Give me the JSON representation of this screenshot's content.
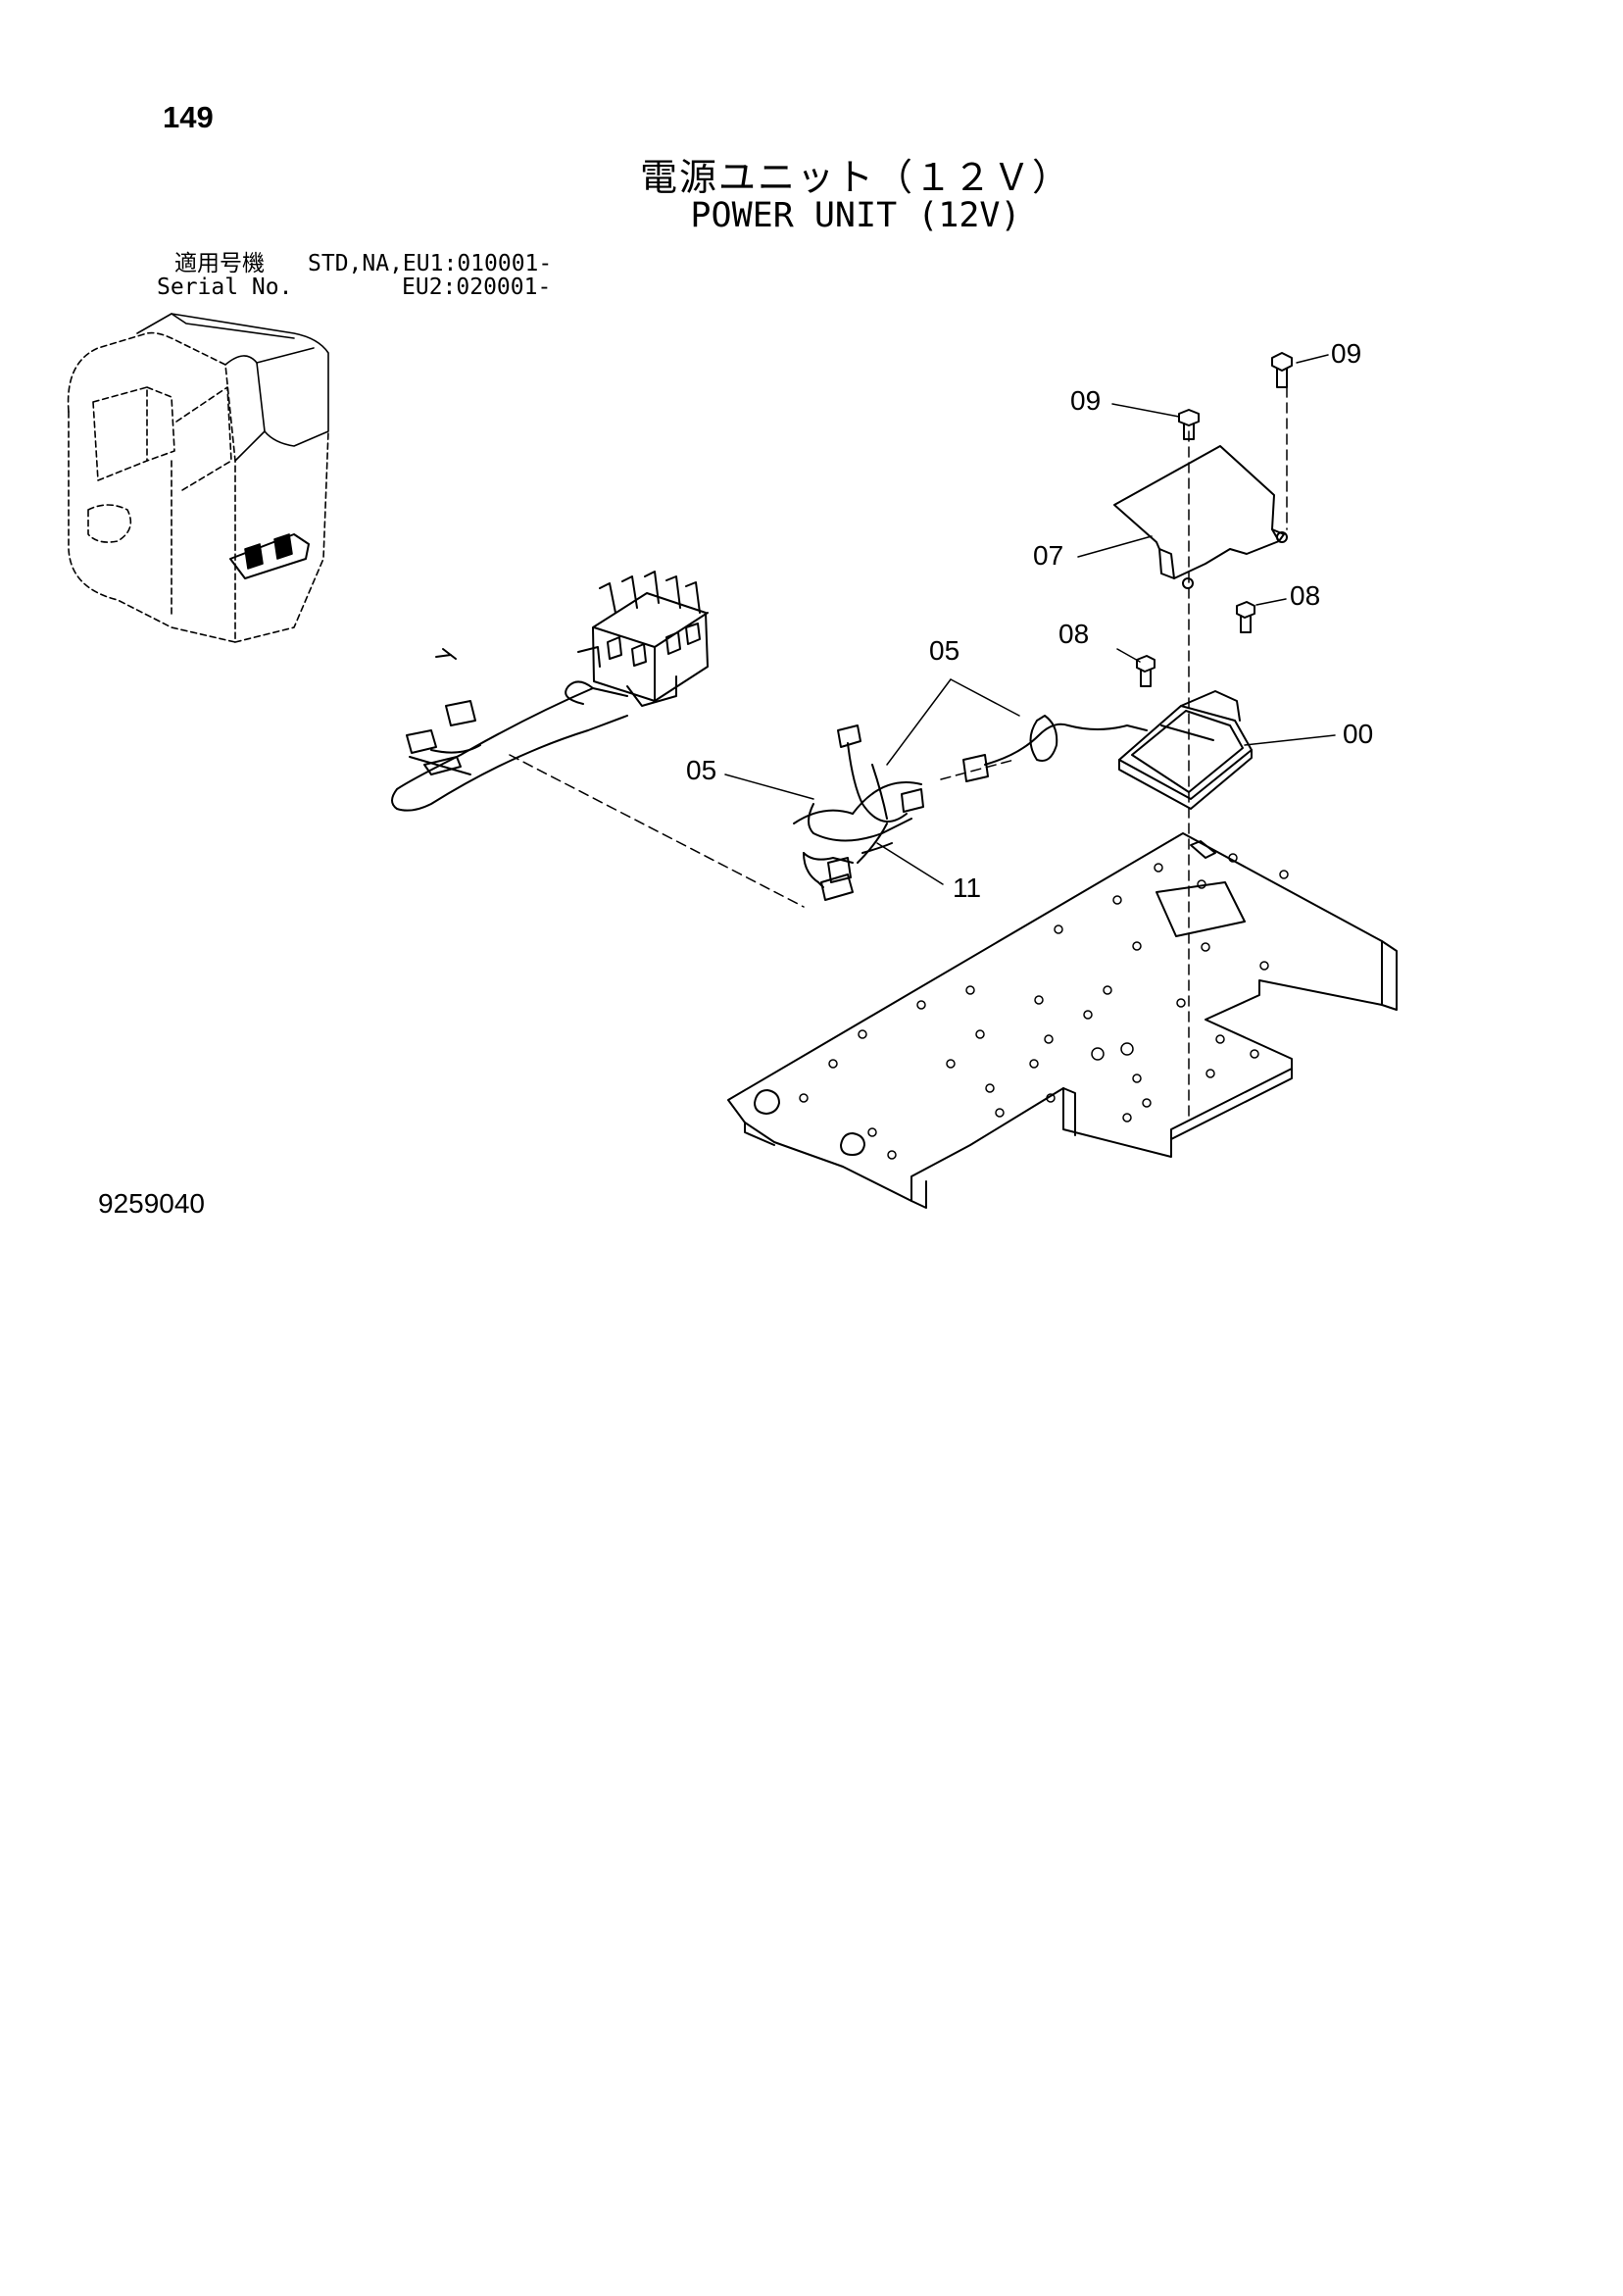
{
  "page": {
    "number": "149",
    "title_jp": "電源ユニット（１２Ｖ）",
    "title_en": "POWER UNIT (12V)",
    "serial_label_jp": "適用号機",
    "serial_label_en": "Serial No.",
    "serial_values": [
      "STD,NA,EU1:010001-",
      "EU2:020001-"
    ],
    "figure_number": "9259040"
  },
  "callouts": {
    "c09a": "09",
    "c09b": "09",
    "c07": "07",
    "c08a": "08",
    "c08b": "08",
    "c05a": "05",
    "c05b": "05",
    "c00": "00",
    "c11": "11"
  }
}
